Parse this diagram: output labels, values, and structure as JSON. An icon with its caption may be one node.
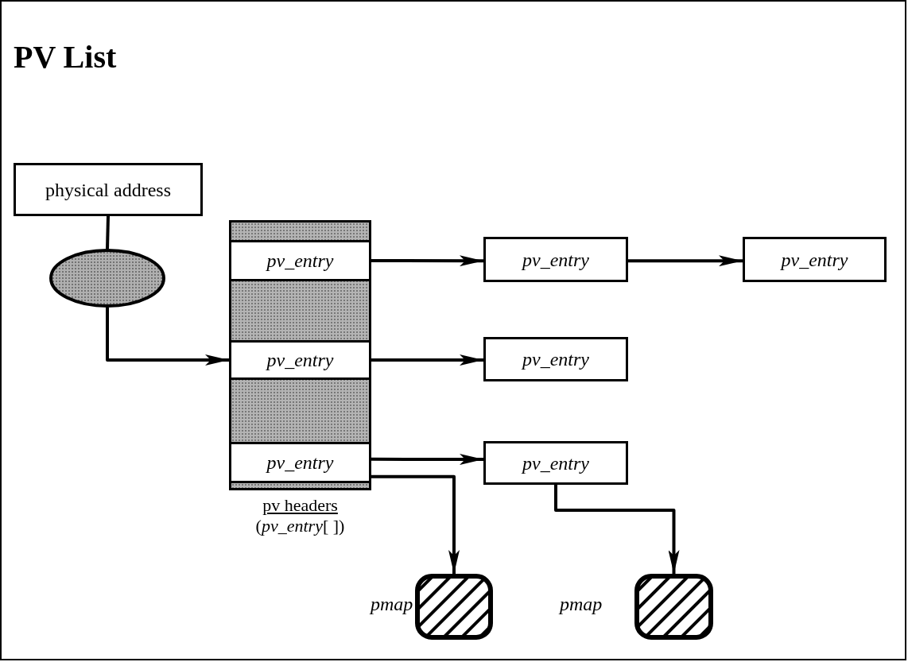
{
  "diagram": {
    "title": "PV List",
    "nodes": [
      {
        "text": [
          "physical address"
        ]
      },
      {
        "text": [],
        "shape": "ellipse"
      },
      {
        "text": [
          "pv headers",
          "(*pv_entry*[ ])"
        ]
      },
      {
        "text": [
          "pv_entry"
        ],
        "in": 2
      },
      {
        "text": [
          "pv_entry"
        ],
        "in": 2
      },
      {
        "text": [
          "pv_entry"
        ],
        "in": 2
      },
      {
        "text": [
          "pv_entry"
        ]
      },
      {
        "text": [
          "pv_entry"
        ]
      },
      {
        "text": [
          "pv_entry"
        ]
      },
      {
        "text": [
          "pv_entry"
        ]
      },
      {
        "text": [],
        "shape": "box",
        "beside": [
          "pmap"
        ]
      },
      {
        "text": [],
        "shape": "box",
        "beside": [
          "pmap"
        ]
      }
    ],
    "edges": [
      {
        "from": 0,
        "to": 1,
        "arrow": "none"
      },
      {
        "from": 1,
        "to": 4,
        "arrow": "to"
      },
      {
        "from": 3,
        "to": 6,
        "arrow": "to"
      },
      {
        "from": 6,
        "to": 7,
        "arrow": "to"
      },
      {
        "from": 4,
        "to": 8,
        "arrow": "to"
      },
      {
        "from": 5,
        "to": 9,
        "arrow": "to"
      },
      {
        "from": 5,
        "to": 10,
        "arrow": "to"
      },
      {
        "from": 9,
        "to": 11,
        "arrow": "to"
      }
    ]
  }
}
